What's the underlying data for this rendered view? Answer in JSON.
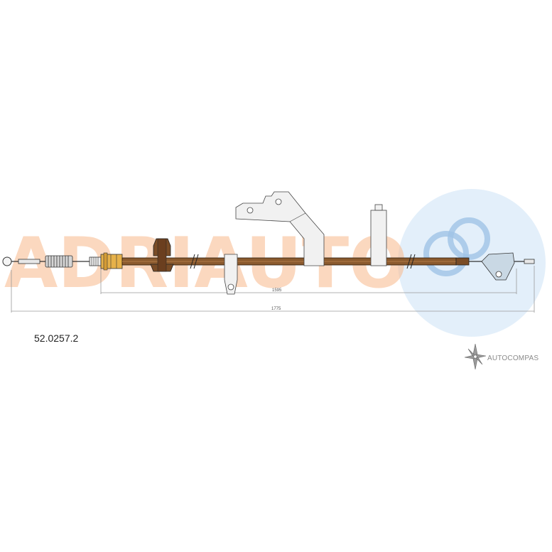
{
  "part_number": "52.0257.2",
  "dimensions": {
    "inner_length": "1595",
    "overall_length": "1775"
  },
  "watermark": {
    "text": "ADRIAUTO",
    "color": "#f9b98c",
    "circle_color": "#cfe3f7"
  },
  "brand": {
    "name": "AUTOCOMPAS",
    "icon": "compass-star-icon"
  },
  "colors": {
    "cable_sheath": "#8a5a2e",
    "bracket_fill": "#f1f1f1",
    "end_fitting": "#c9d8e4",
    "brass_sleeve": "#e6b14a"
  }
}
